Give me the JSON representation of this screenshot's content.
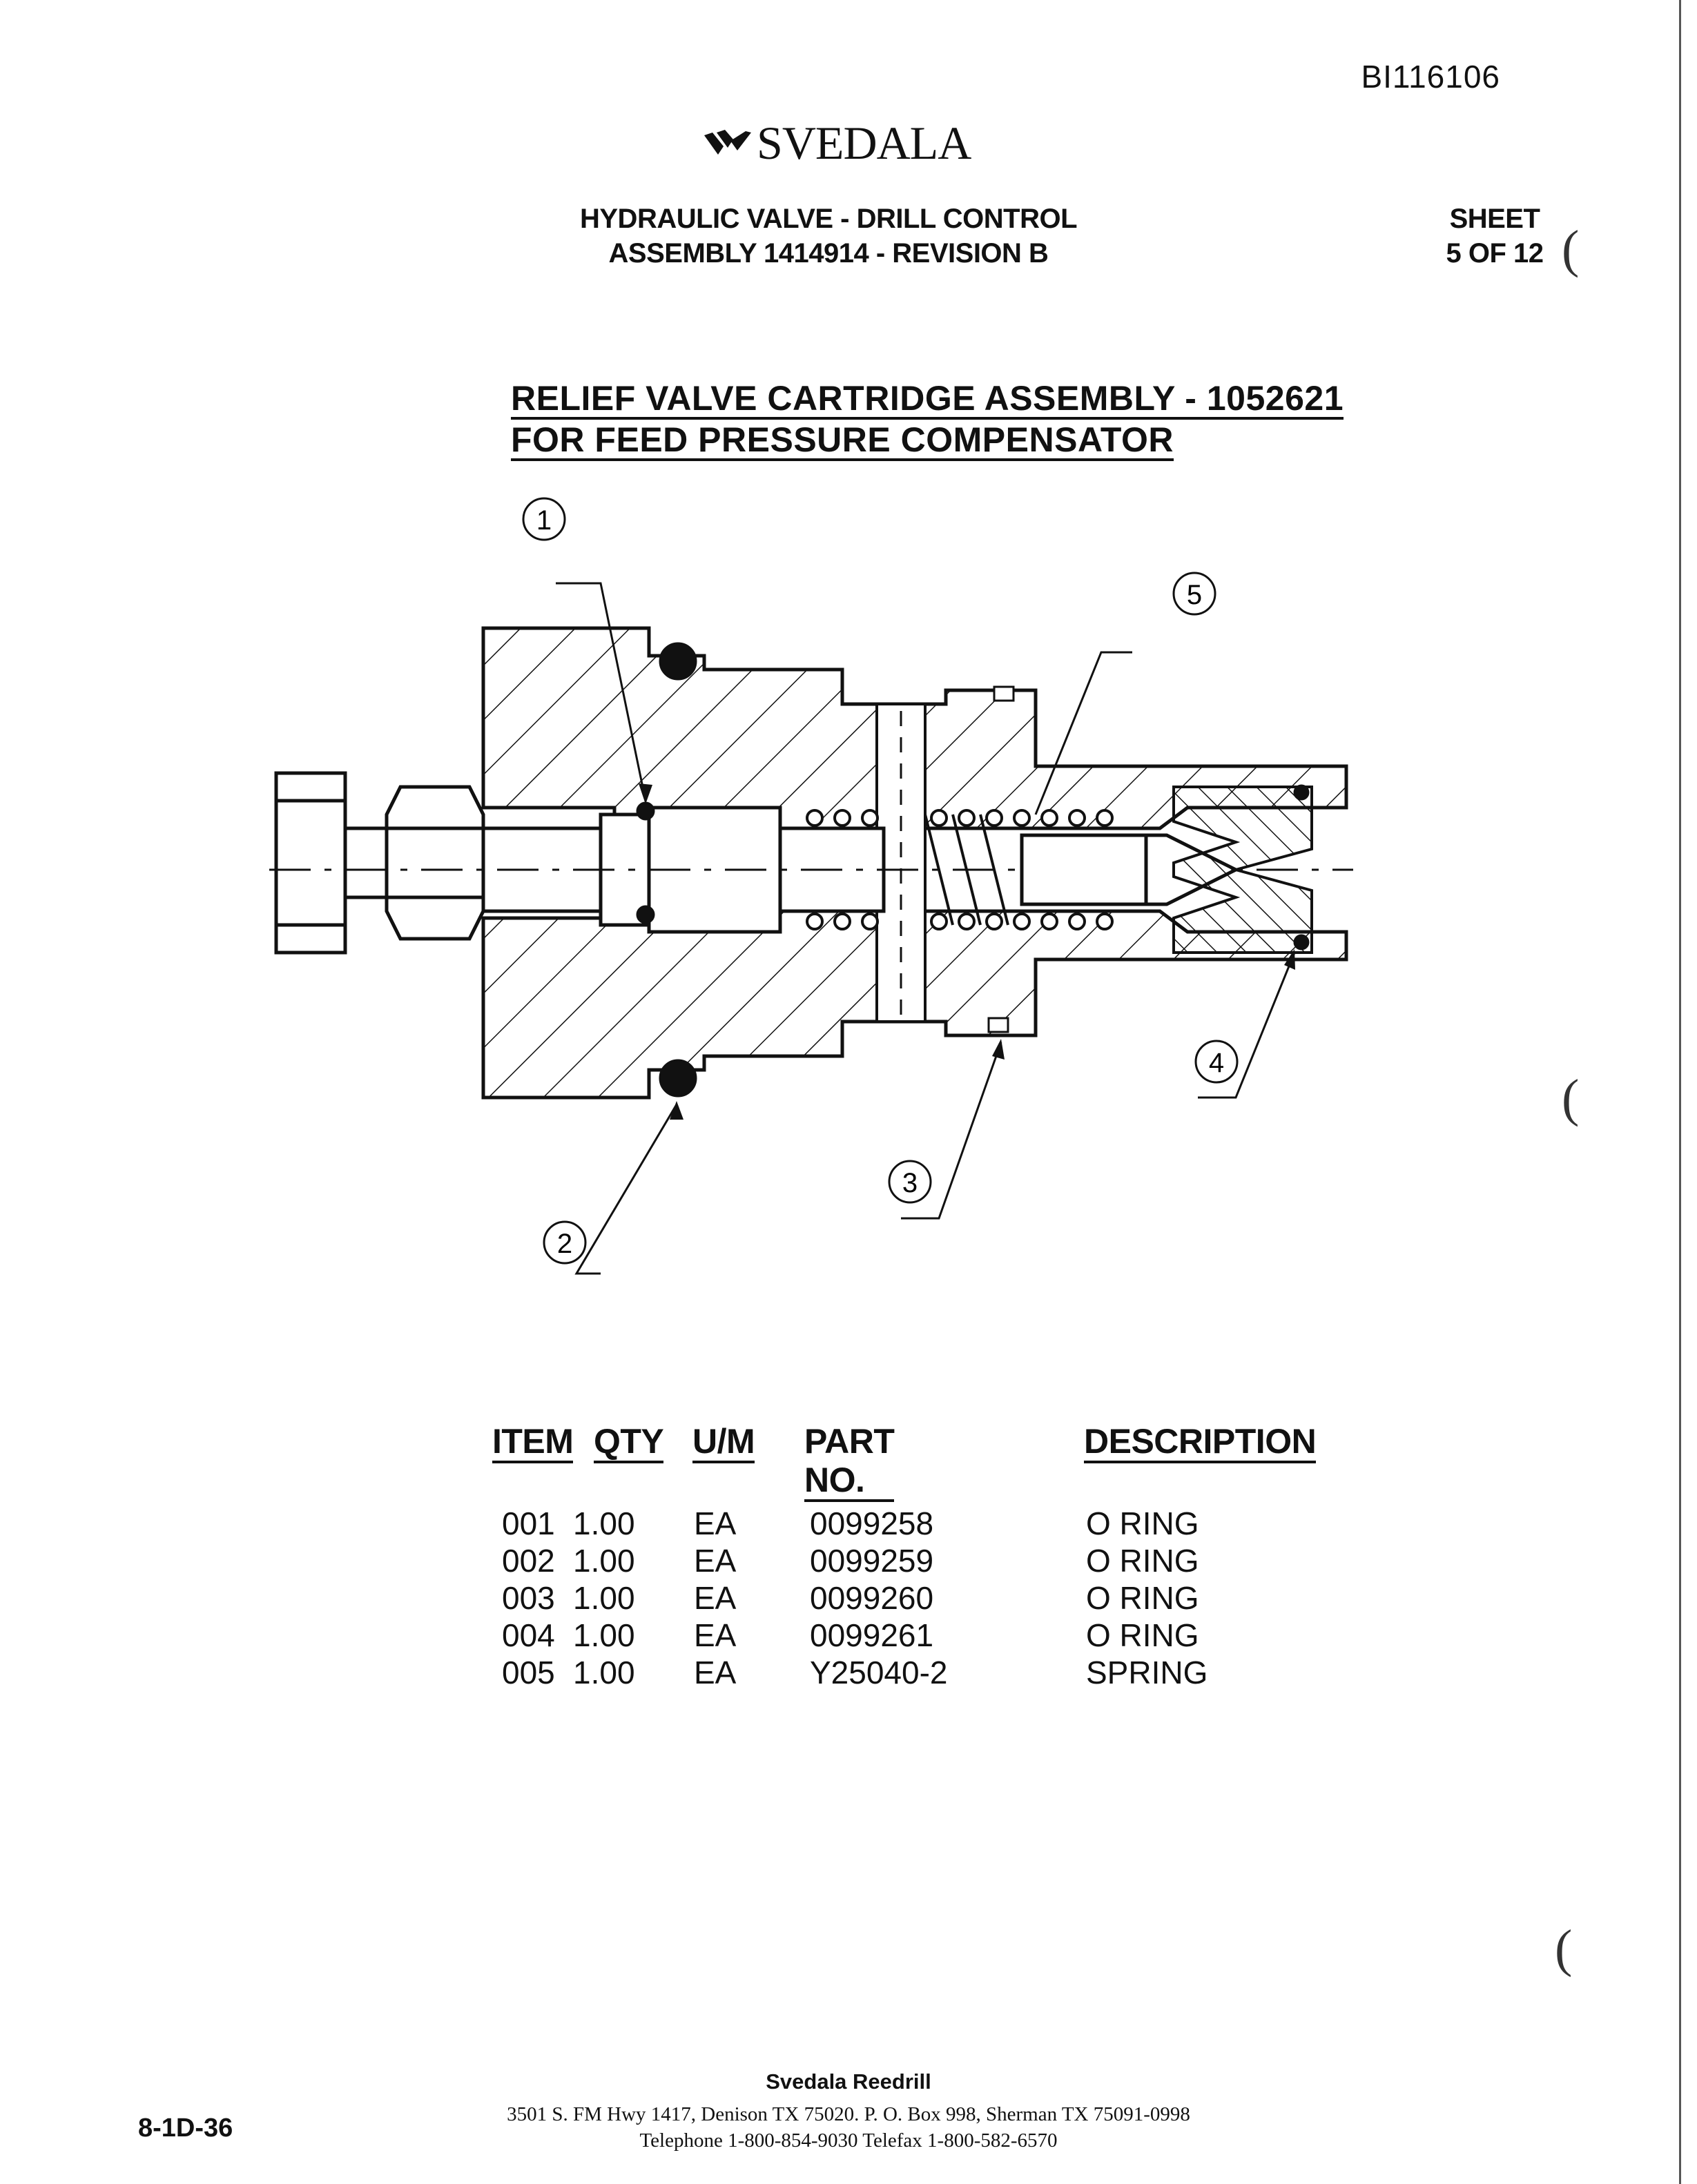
{
  "doc_id": "BI116106",
  "brand": "SVEDALA",
  "header": {
    "title_line1": "HYDRAULIC VALVE - DRILL CONTROL",
    "title_line2": "ASSEMBLY 1414914 - REVISION B",
    "sheet_label": "SHEET",
    "sheet_value": "5 OF 12"
  },
  "subtitle": {
    "line1": "RELIEF VALVE CARTRIDGE ASSEMBLY - 1052621",
    "line2": "FOR FEED PRESSURE COMPENSATOR"
  },
  "callouts": [
    "1",
    "2",
    "3",
    "4",
    "5"
  ],
  "table": {
    "headers": [
      "ITEM",
      "QTY",
      "U/M",
      "PART NO.",
      "DESCRIPTION"
    ],
    "rows": [
      {
        "item": "001",
        "qty": "1.00",
        "um": "EA",
        "part": "0099258",
        "desc": "O RING"
      },
      {
        "item": "002",
        "qty": "1.00",
        "um": "EA",
        "part": "0099259",
        "desc": "O RING"
      },
      {
        "item": "003",
        "qty": "1.00",
        "um": "EA",
        "part": "0099260",
        "desc": "O RING"
      },
      {
        "item": "004",
        "qty": "1.00",
        "um": "EA",
        "part": "0099261",
        "desc": "O RING"
      },
      {
        "item": "005",
        "qty": "1.00",
        "um": "EA",
        "part": "Y25040-2",
        "desc": "SPRING"
      }
    ]
  },
  "footer": {
    "company": "Svedala Reedrill",
    "address": "3501 S. FM Hwy 1417, Denison TX 75020.   P. O. Box 998, Sherman TX 75091-0998",
    "phones": "Telephone 1-800-854-9030 Telefax 1-800-582-6570",
    "page": "8-1D-36"
  }
}
